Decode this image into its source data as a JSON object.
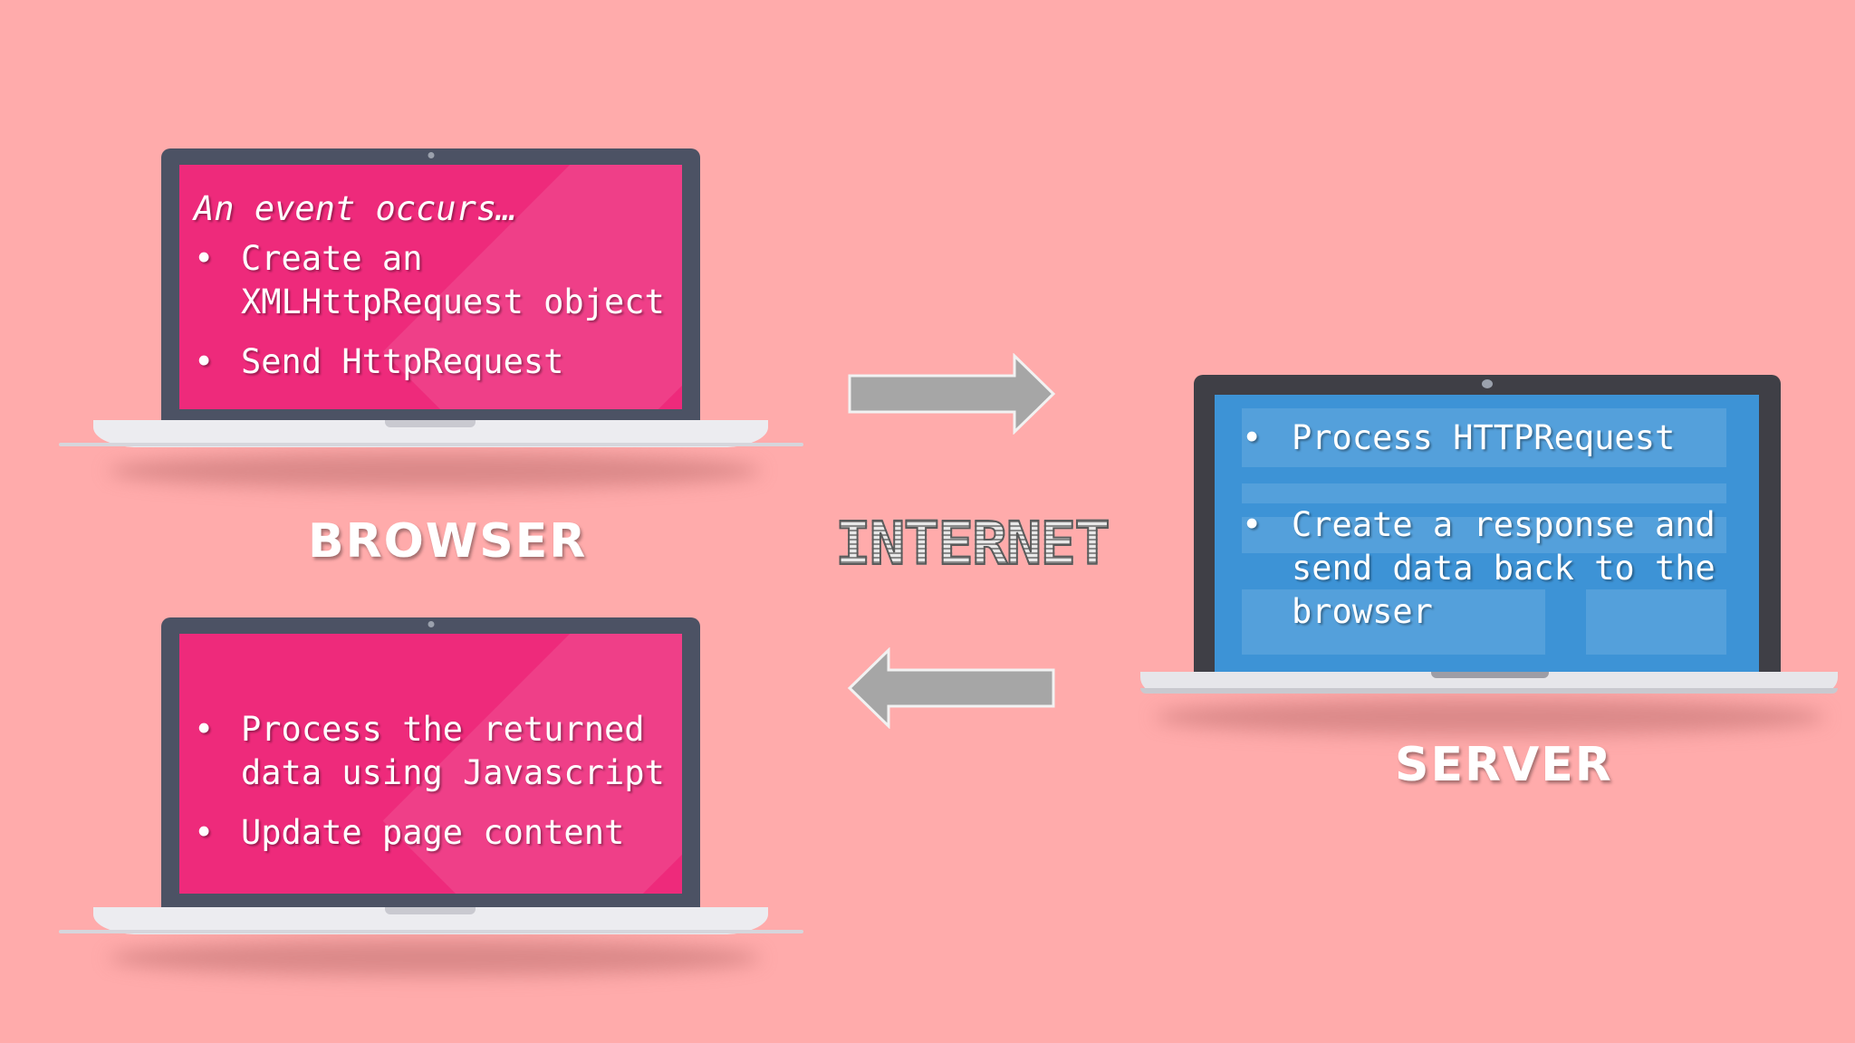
{
  "browser_top": {
    "heading": "An event occurs…",
    "bullets": [
      "Create an\nXMLHttpRequest object",
      "Send HttpRequest"
    ]
  },
  "browser_bottom": {
    "bullets": [
      "Process the returned\ndata using Javascript",
      "Update page content"
    ]
  },
  "server_screen": {
    "bullets": [
      "Process HTTPRequest",
      "Create a response and\nsend data back to the\nbrowser"
    ]
  },
  "labels": {
    "browser": "BROWSER",
    "server": "SERVER",
    "internet": "INTERNET"
  },
  "colors": {
    "background": "#ffabab",
    "browser_screen": "#ee2a7b",
    "server_screen": "#3d93d6",
    "arrow": "#a6a6a6"
  },
  "icons": {
    "request_arrow": "arrow-right",
    "response_arrow": "arrow-left"
  }
}
